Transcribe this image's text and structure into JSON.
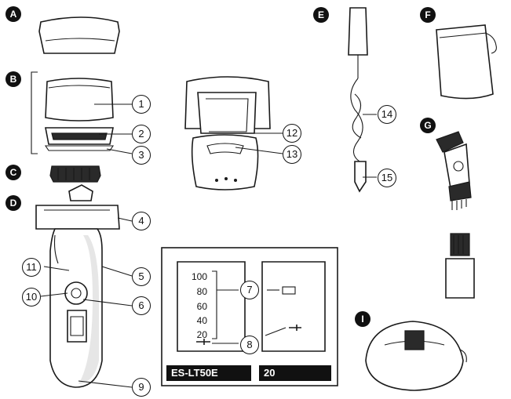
{
  "accessory_badges": [
    "A",
    "B",
    "C",
    "D",
    "E",
    "F",
    "G",
    "I"
  ],
  "callout_numbers": [
    "1",
    "2",
    "3",
    "4",
    "5",
    "6",
    "7",
    "8",
    "9",
    "10",
    "11",
    "12",
    "13",
    "14",
    "15"
  ],
  "display_panel": {
    "scale_labels": [
      "100",
      "80",
      "60",
      "40",
      "20"
    ],
    "model_left": "ES-LT50E",
    "model_right": "20"
  }
}
